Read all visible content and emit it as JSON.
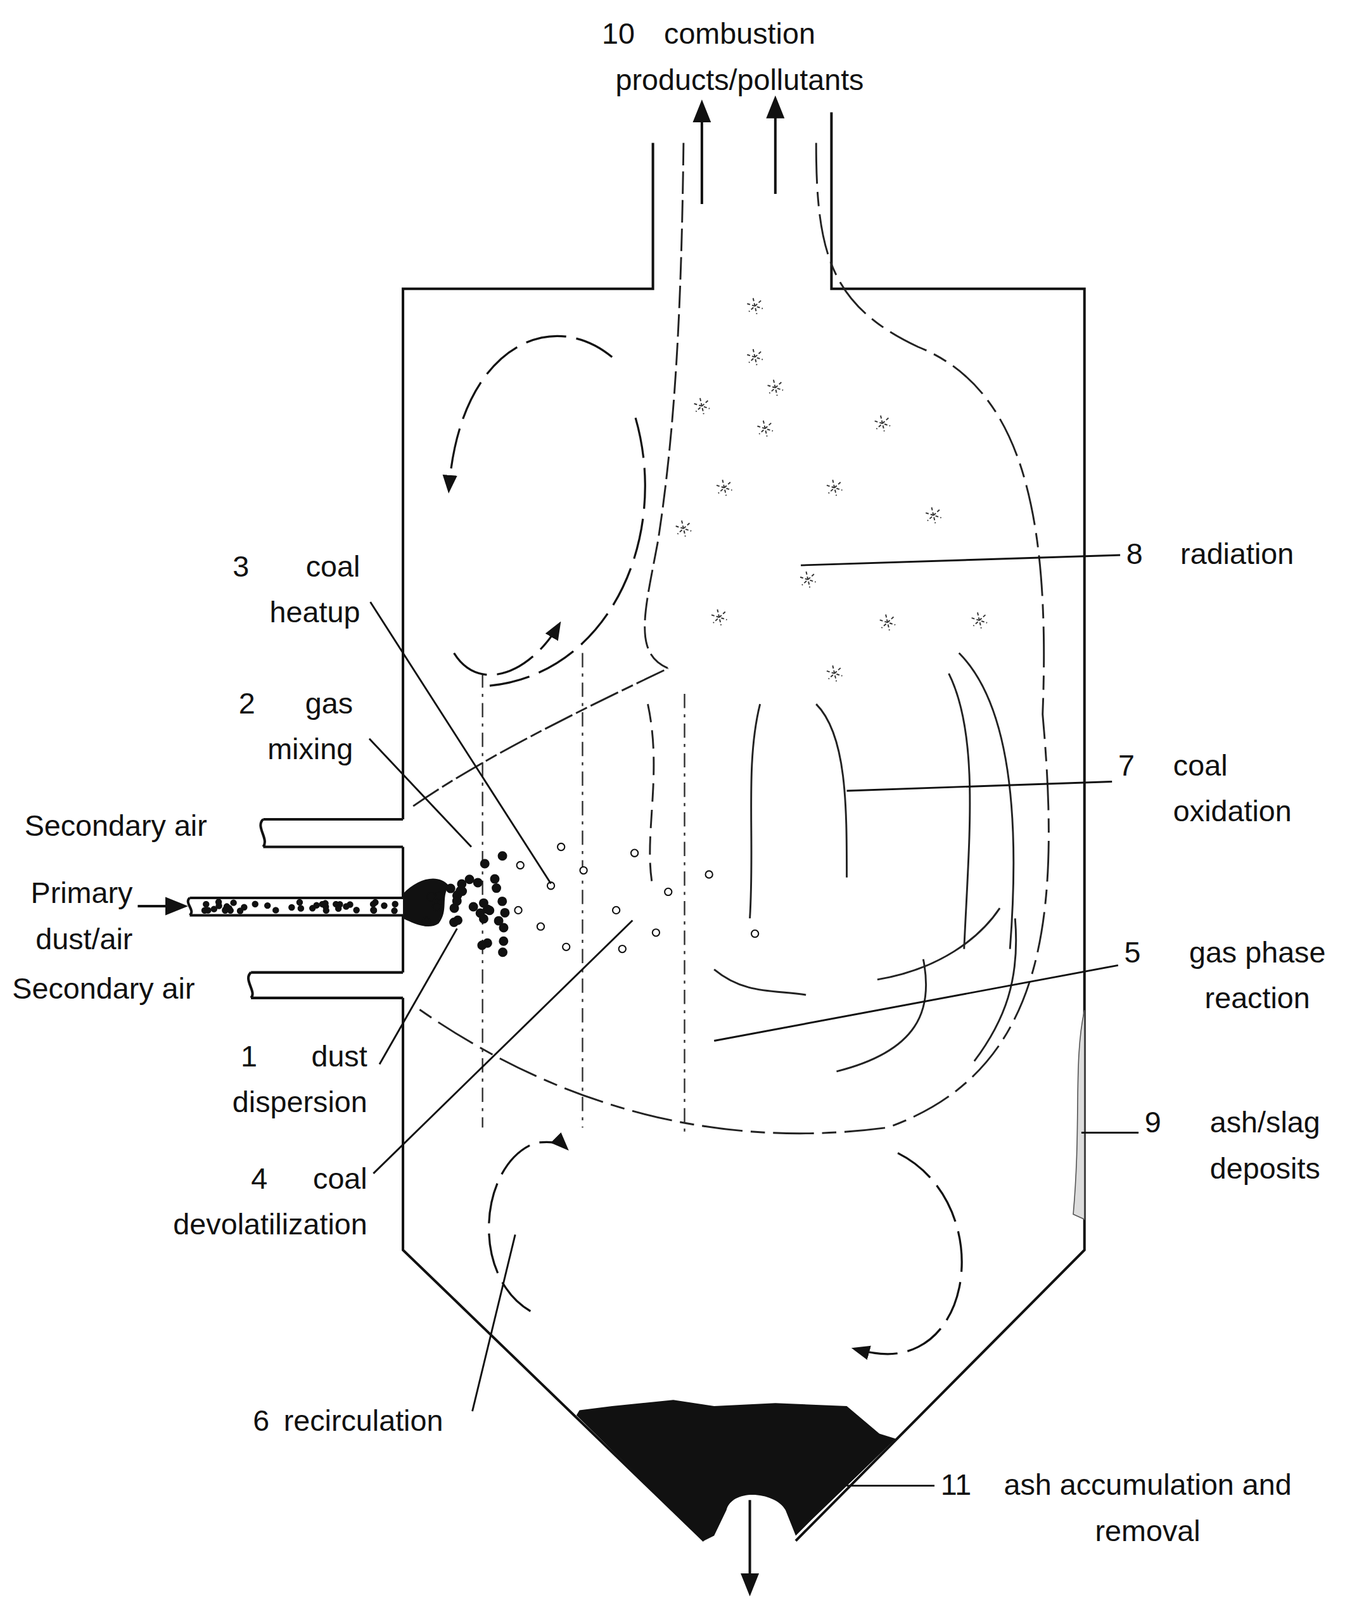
{
  "diagram": {
    "labels": [
      "10",
      "combustion products/pollutants",
      "3",
      "coal heatup",
      "2",
      "gas mixing",
      "Secondary air",
      "Primary dust/air",
      "Secondary air",
      "1",
      "dust dispersion",
      "4",
      "coal devolatilization",
      "6",
      "recirculation",
      "8",
      "radiation",
      "7",
      "coal oxidation",
      "5",
      "gas phase reaction",
      "9",
      "ash/slag deposits",
      "11",
      "ash accumulation and removal"
    ]
  }
}
